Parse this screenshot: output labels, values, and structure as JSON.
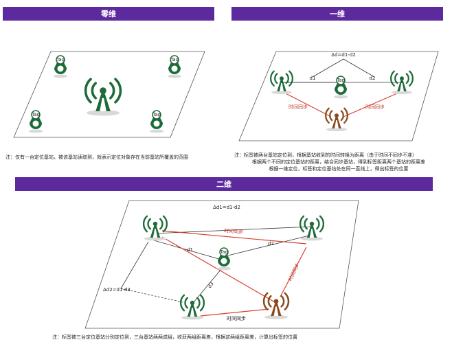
{
  "colors": {
    "header": "#5c2a9d",
    "tower": "#1e6b3a",
    "sync_tower": "#8a4a1e",
    "sync_line": "#d9412e",
    "line": "#333333"
  },
  "panel0": {
    "title": "零维",
    "tag_label": "Tag",
    "note": "注：仅有一台定位基站，被该基站读取到，就表示定位对象存在当前基站所覆盖的范围"
  },
  "panel1": {
    "title": "一维",
    "formula": "Δd=d1-d2",
    "d1": "d1",
    "d2": "d2",
    "tag_label": "Tag",
    "sync_left": "时间同步",
    "sync_right": "时间同步",
    "note_line1": "注：标签被两台基站定位到，根据基站收到的时间转换为距离（由于时间不同步不准）",
    "note_line2": "根据两个不同的定位基站的距离，结合同步基站，得到标签距离两个基站的距离差",
    "note_line3": "根据一维定位，标签和定位基站处在同一直线上，得出标签的位置"
  },
  "panel2": {
    "title": "二维",
    "formula_top": "Δd1=d1-d2",
    "formula_left": "Δd2=d1-d3",
    "d1": "d1",
    "d2": "d2",
    "d3": "d3",
    "tag_label": "Tag",
    "sync_top": "时间同步",
    "sync_right": "时间同步",
    "sync_bottom": "时间同步",
    "note": "注：标签被三台定位基站分别定位到，三台基站两两成组，收获两组距离差，根据这两组距离差，计算出标签的位置"
  }
}
